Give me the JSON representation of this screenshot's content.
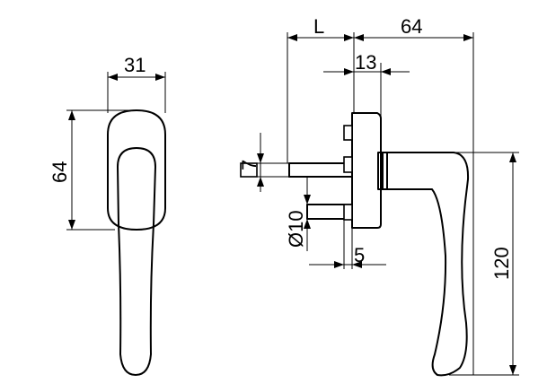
{
  "figure": {
    "kind": "technical drawing of window handle",
    "front_view": {
      "width_label": "31",
      "height_label": "64"
    },
    "side_view": {
      "depth_label": "L",
      "reach_label": "64",
      "rose_label": "13",
      "spindle_label": "7",
      "screw_diameter_label": "Ø10",
      "offset_label": "5",
      "length_label": "120"
    }
  }
}
